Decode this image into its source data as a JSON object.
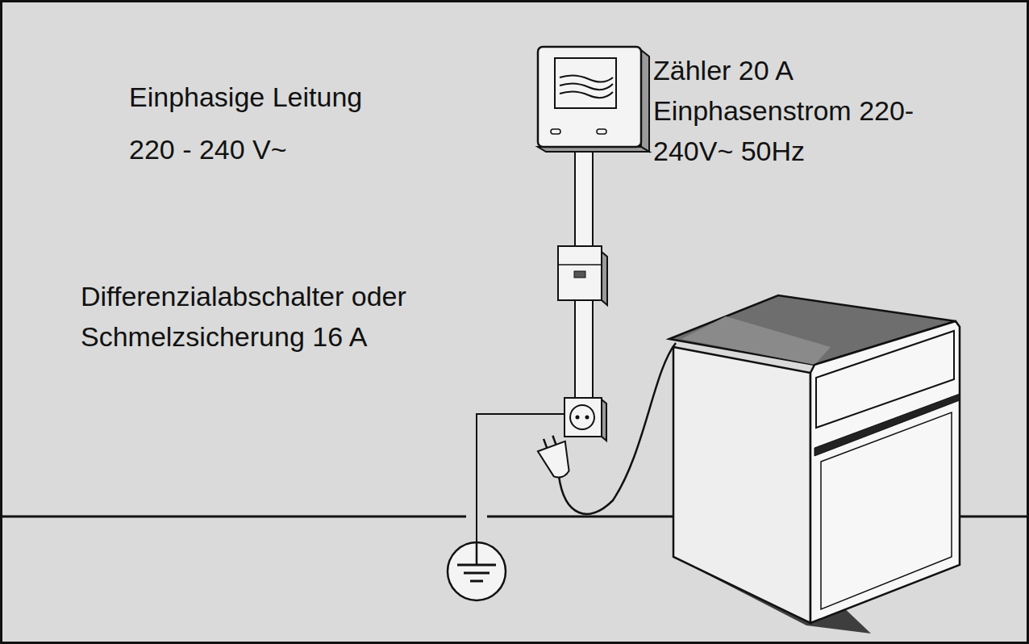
{
  "diagram": {
    "labels": [
      "Einphasige Leitung",
      "220 - 240 V~",
      "Zähler 20 A Einphasenstrom 220-240V~ 50Hz",
      "Differenzialabschalter oder Schmelzsicherung 16 A"
    ]
  }
}
